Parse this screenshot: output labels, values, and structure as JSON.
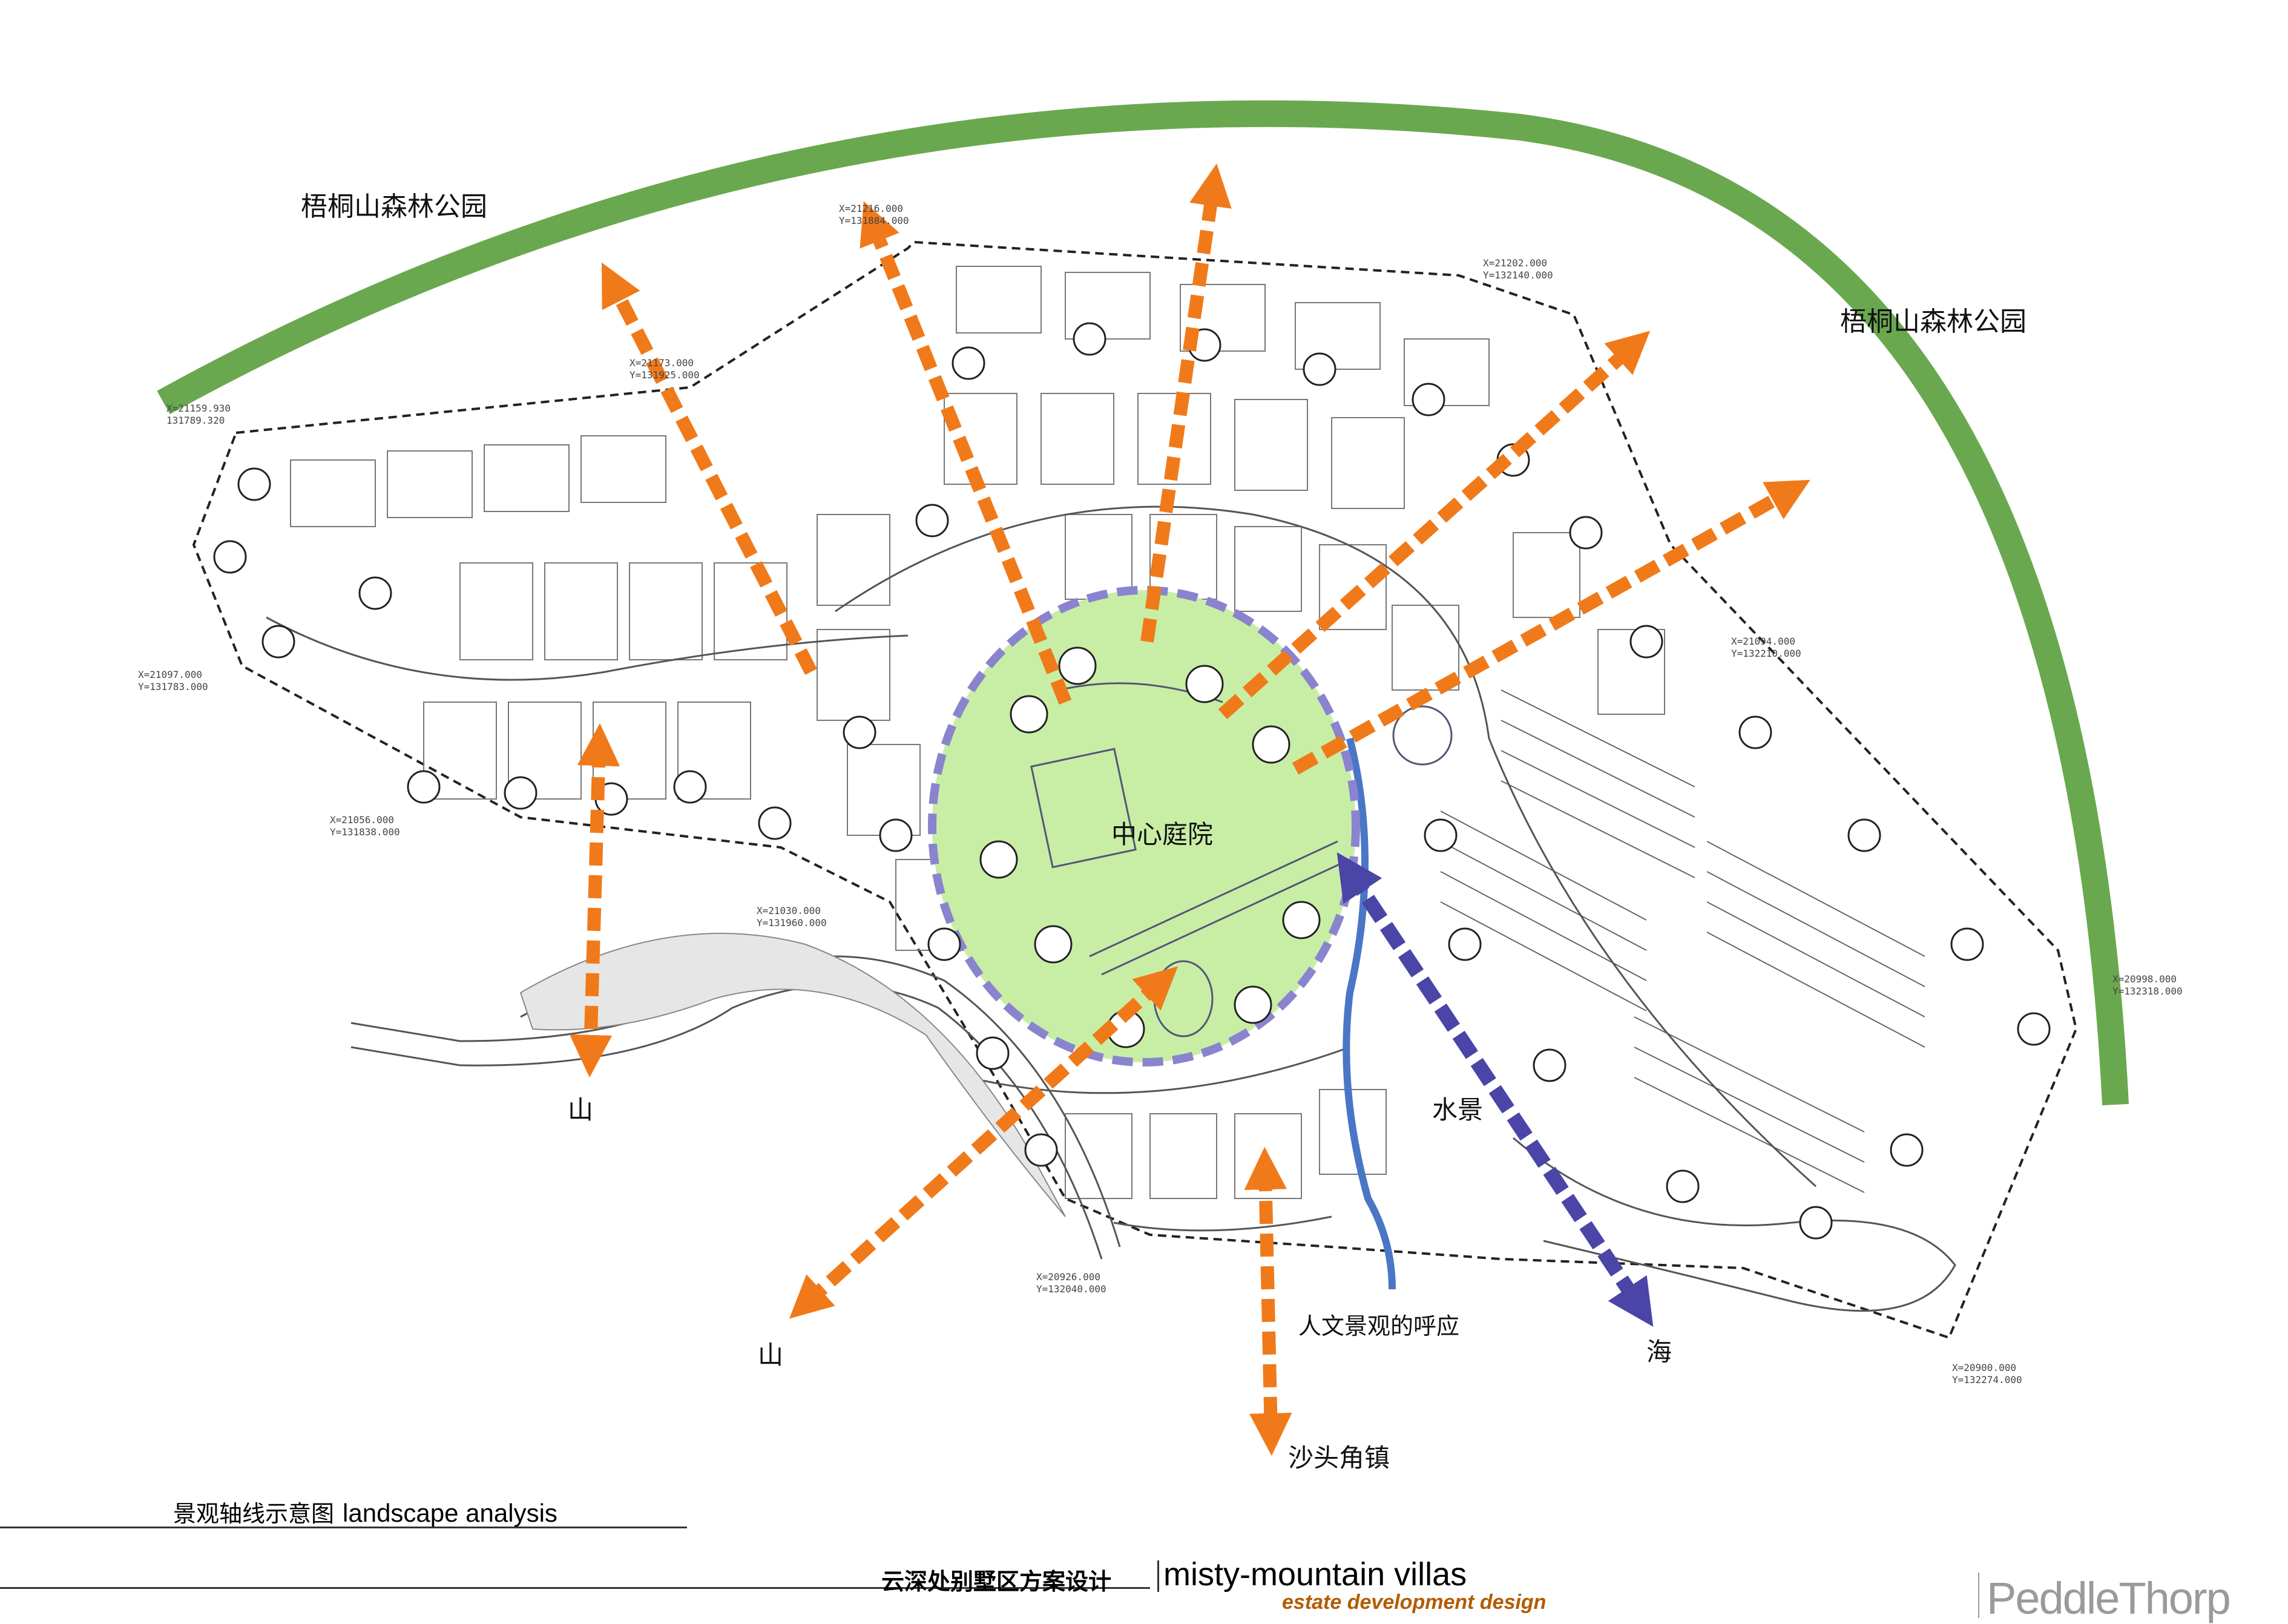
{
  "labels": {
    "park_left": "梧桐山森林公园",
    "park_right": "梧桐山森林公园",
    "center_court": "中心庭院",
    "mountain_left": "山",
    "mountain_bottom": "山",
    "water_feature": "水景",
    "cultural_echo": "人文景观的呼应",
    "town": "沙头角镇",
    "sea": "海"
  },
  "coordinates": [
    {
      "x": "X=21216.000",
      "y": "Y=131884.000"
    },
    {
      "x": "X=21202.000",
      "y": "Y=132140.000"
    },
    {
      "x": "X=21173.000",
      "y": "Y=131925.000"
    },
    {
      "x": "X=21159.930",
      "y": "131789.320"
    },
    {
      "x": "X=21097.000",
      "y": "Y=131783.000"
    },
    {
      "x": "X=21094.000",
      "y": "Y=132210.000"
    },
    {
      "x": "X=21056.000",
      "y": "Y=131838.000"
    },
    {
      "x": "X=21030.000",
      "y": "Y=131960.000"
    },
    {
      "x": "X=20998.000",
      "y": "Y=132318.000"
    },
    {
      "x": "X=20926.000",
      "y": "Y=132040.000"
    },
    {
      "x": "X=20900.000",
      "y": "Y=132274.000"
    }
  ],
  "footer": {
    "title_cn": "景观轴线示意图",
    "title_en": "landscape analysis",
    "project_cn": "云深处别墅区方案设计",
    "project_en": "misty-mountain villas",
    "project_sub": "estate development design",
    "brand": "PeddleThorp"
  },
  "colors": {
    "green_arc": "#6aa84f",
    "orange_axis": "#f07a1a",
    "blue_axis": "#4a45a6",
    "court_fill": "#c8eea6",
    "court_ring": "#8a84cf"
  }
}
